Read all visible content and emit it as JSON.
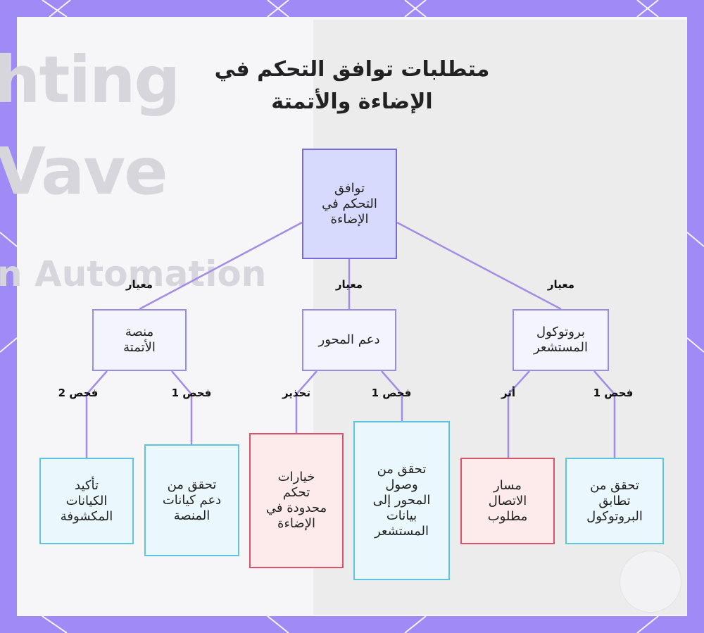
{
  "background_text": {
    "line1": "hting",
    "line2": "Vave",
    "line3": "n Automation"
  },
  "diagram": {
    "title_line1": "متطلبات توافق التحكم في",
    "title_line2": "الإضاءة والأتمتة",
    "root": {
      "lines": [
        "توافق",
        "التحكم في",
        "الإضاءة"
      ]
    },
    "criteria": [
      {
        "label": "معيار",
        "lines": [
          "منصة",
          "الأتمتة"
        ]
      },
      {
        "label": "معيار",
        "lines": [
          "دعم المحور"
        ]
      },
      {
        "label": "معيار",
        "lines": [
          "بروتوكول",
          "المستشعر"
        ]
      }
    ],
    "leaves": [
      {
        "edge": "فحص 2",
        "lines": [
          "تأكيد",
          "الكيانات",
          "المكشوفة"
        ],
        "kind": "check"
      },
      {
        "edge": "فحص 1",
        "lines": [
          "تحقق من",
          "دعم كيانات",
          "المنصة"
        ],
        "kind": "check"
      },
      {
        "edge": "تحذير",
        "lines": [
          "خيارات",
          "تحكم",
          "محدودة في",
          "الإضاءة"
        ],
        "kind": "warning"
      },
      {
        "edge": "فحص 1",
        "lines": [
          "تحقق من",
          "وصول",
          "المحور إلى",
          "بيانات",
          "المستشعر"
        ],
        "kind": "check"
      },
      {
        "edge": "أثر",
        "lines": [
          "مسار",
          "الاتصال",
          "مطلوب"
        ],
        "kind": "warning"
      },
      {
        "edge": "فحص 1",
        "lines": [
          "تحقق من",
          "تطابق",
          "البروتوكول"
        ],
        "kind": "check"
      }
    ]
  },
  "colors": {
    "frame": "#a08af5",
    "edge": "#a48ce6",
    "root_fill": "#d8dafd",
    "check_border": "#5fc5dc",
    "warning_border": "#d9536a"
  }
}
